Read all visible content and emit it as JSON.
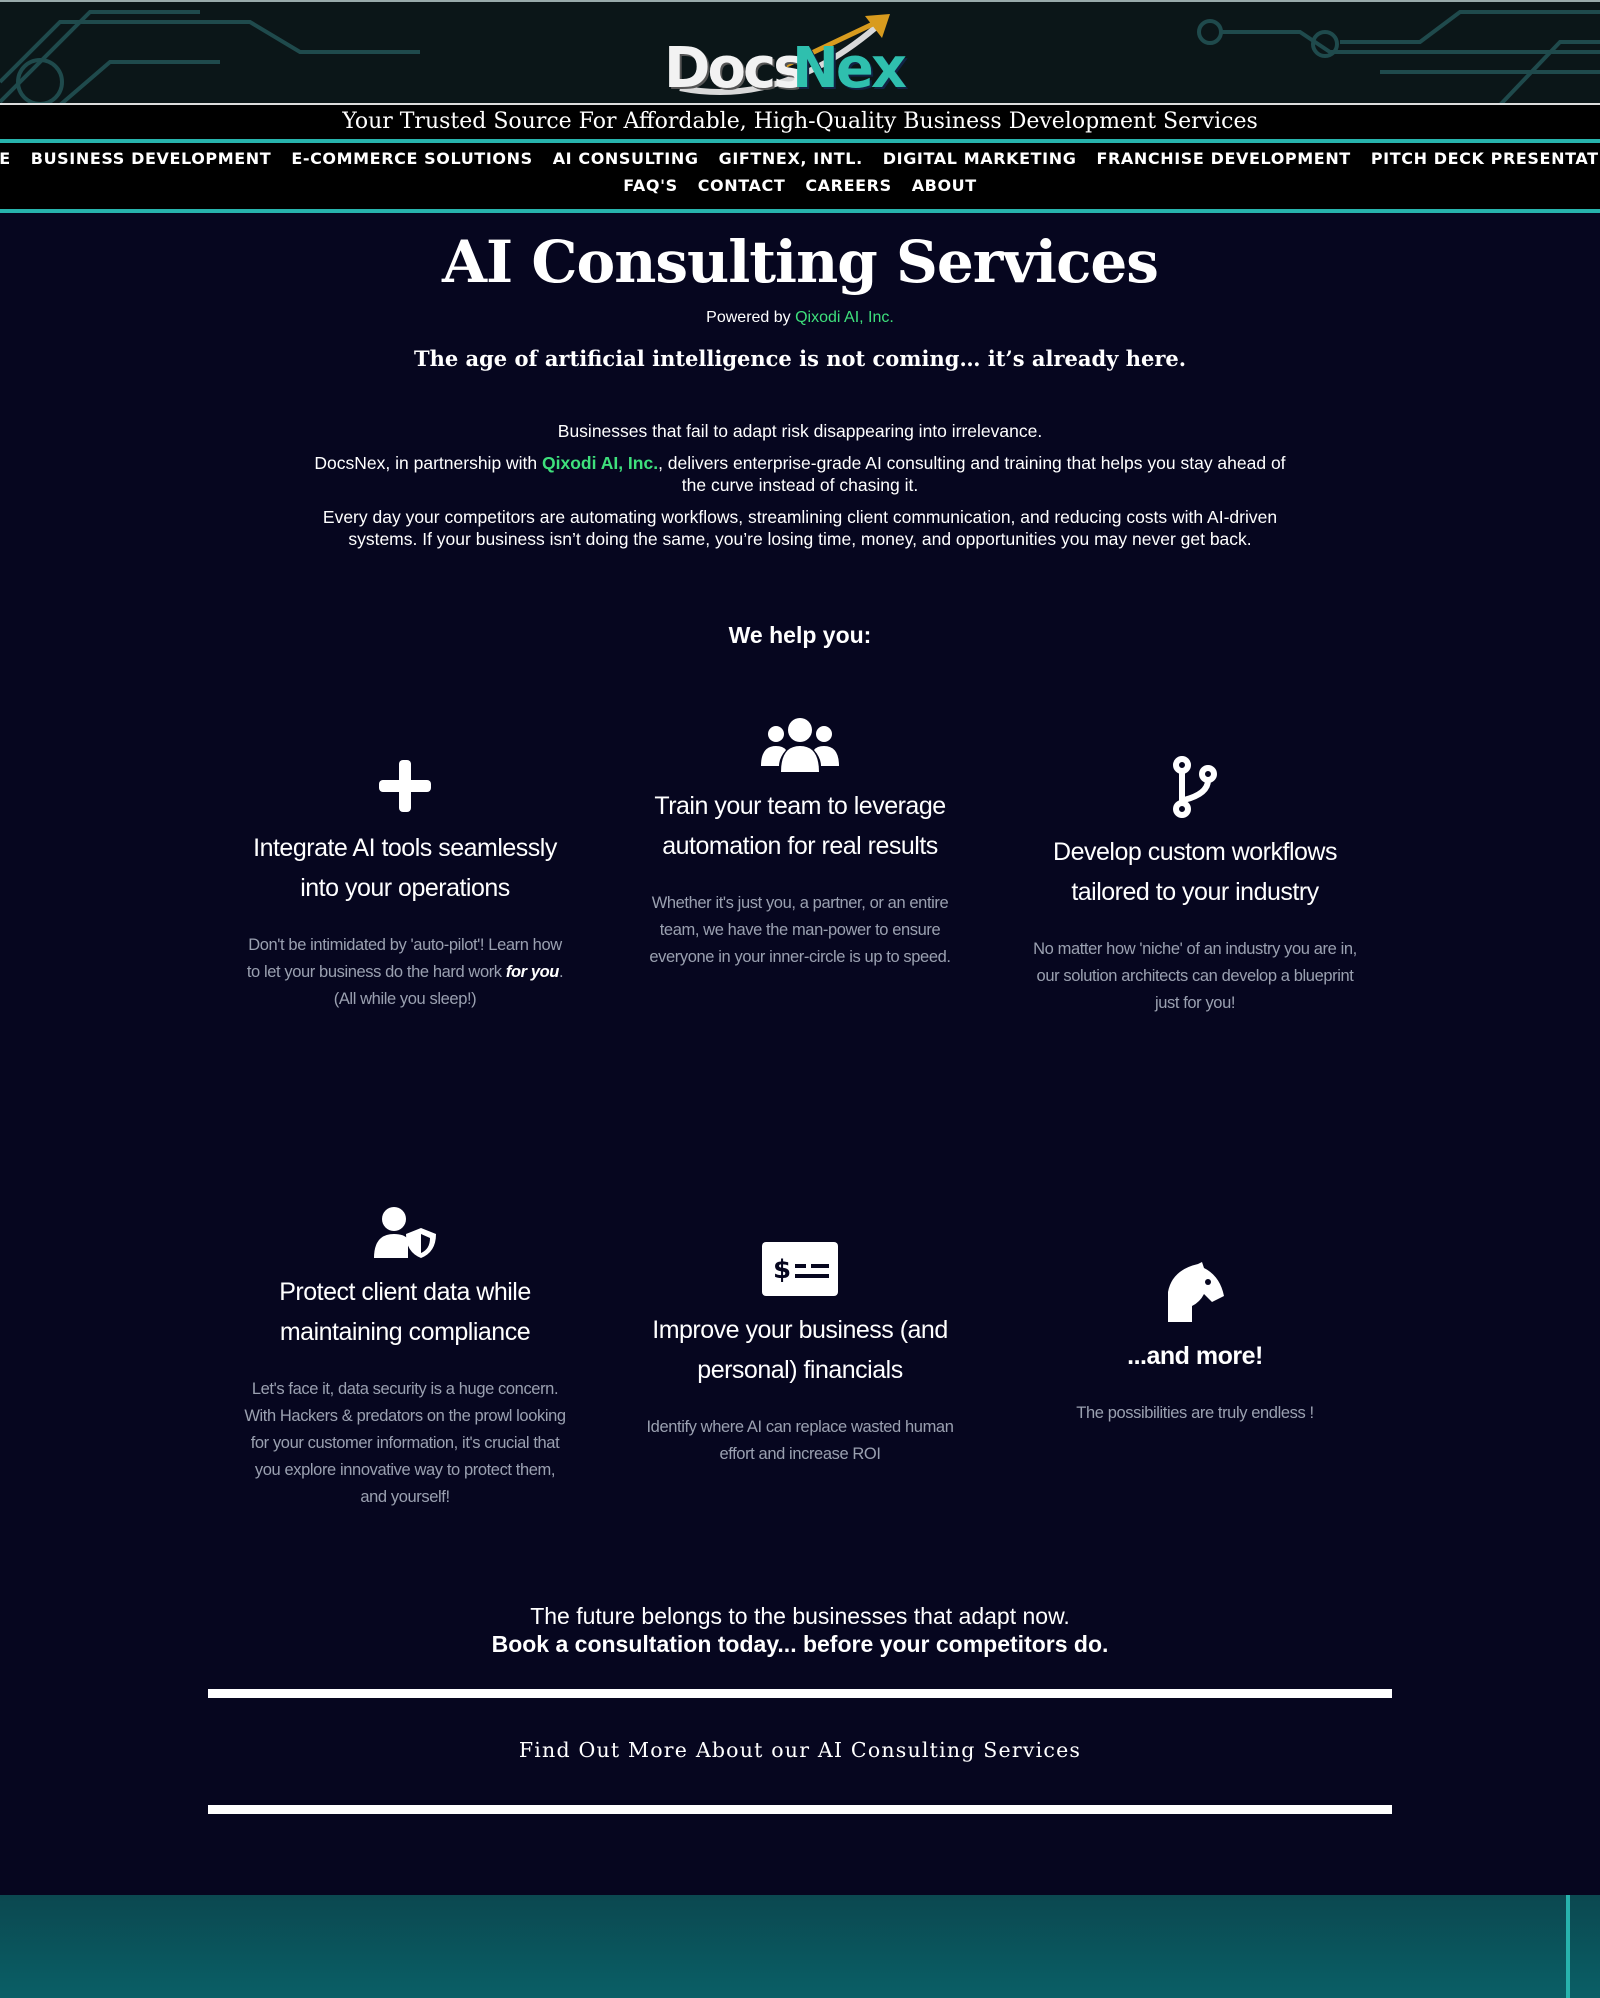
{
  "brand": {
    "logo_part1": "Docs",
    "logo_part2": "Nex",
    "tagline": "Your Trusted Source For Affordable, High-Quality Business Development Services",
    "accent": "#27b3ad",
    "link_green": "#3ee07c"
  },
  "nav": {
    "row1": [
      "HOME",
      "BUSINESS DEVELOPMENT",
      "E-COMMERCE SOLUTIONS",
      "AI CONSULTING",
      "GIFTNEX, INTL.",
      "DIGITAL MARKETING",
      "FRANCHISE DEVELOPMENT",
      "PITCH DECK PRESENTATIONS"
    ],
    "row2": [
      "FAQ'S",
      "CONTACT",
      "CAREERS",
      "ABOUT"
    ]
  },
  "page": {
    "title": "AI Consulting Services",
    "powered_prefix": "Powered by ",
    "powered_link": "Qixodi AI, Inc.",
    "headline": "The age of artificial intelligence is not coming… it’s already here.",
    "intro1": "Businesses that fail to adapt risk disappearing into irrelevance.",
    "intro2_prefix": "DocsNex, in partnership with ",
    "intro2_link": "Qixodi AI, Inc.",
    "intro2_suffix": ", delivers enterprise-grade AI consulting and training that helps you stay ahead of the curve instead of chasing it.",
    "intro3": "Every day your competitors are automating workflows, streamlining client communication, and reducing costs with AI-driven systems. If your business isn’t doing the same, you’re losing time, money, and opportunities you may never get back.",
    "help_title": "We help you:"
  },
  "cards": [
    {
      "icon": "plus-icon",
      "title": "Integrate AI tools seamlessly into your operations",
      "desc_prefix": "Don't be intimidated by 'auto-pilot'! Learn how to let your business do the hard work ",
      "desc_em": "for you",
      "desc_suffix": ". (All while you sleep!)"
    },
    {
      "icon": "users-icon",
      "title": "Train your team to leverage automation for real results",
      "desc": "Whether it's just you, a partner, or an entire team, we have the man-power to ensure everyone in your inner-circle is up to speed."
    },
    {
      "icon": "code-branch-icon",
      "title": "Develop custom workflows tailored to your industry",
      "desc": "No matter how 'niche' of an industry you are in, our solution architects can develop a blueprint just for you!"
    },
    {
      "icon": "user-shield-icon",
      "title": "Protect client data while maintaining compliance",
      "desc": "Let's face it, data security is a huge concern. With Hackers & predators on the prowl looking for your customer information, it's crucial that you explore innovative way to protect them, and yourself!"
    },
    {
      "icon": "money-check-icon",
      "title": "Improve your business (and personal) financials",
      "desc": "Identify where AI can replace wasted human effort and increase ROI"
    },
    {
      "icon": "chess-knight-icon",
      "title": "...and more!",
      "desc": "The possibilities are truly endless !"
    }
  ],
  "closing": {
    "line1": "The future belongs to the businesses that adapt now.",
    "line2": "Book a consultation today... before your competitors do.",
    "cta": "Find Out More About our AI Consulting Services"
  }
}
